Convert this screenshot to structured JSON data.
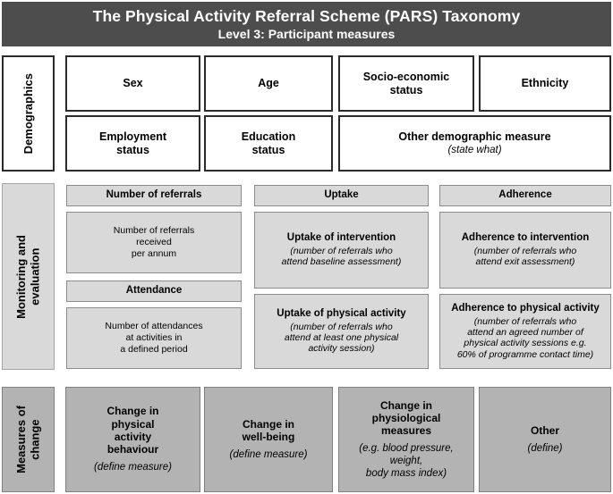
{
  "banner": {
    "title": "The Physical Activity Referral Scheme (PARS) Taxonomy",
    "subtitle": "Level 3: Participant measures"
  },
  "rows": {
    "demographics": {
      "label": "Demographics",
      "cells": {
        "sex": "Sex",
        "age": "Age",
        "socio_economic": "Socio-economic\nstatus",
        "ethnicity": "Ethnicity",
        "employment": "Employment\nstatus",
        "education": "Education\nstatus",
        "other_title": "Other demographic measure",
        "other_sub": "(state what)"
      }
    },
    "monitoring": {
      "label": "Monitoring and\nevaluation",
      "col1": {
        "header1": "Number of referrals",
        "body1": "Number of referrals\nreceived\nper annum",
        "header2": "Attendance",
        "body2": "Number of attendances\nat activities in\na defined period"
      },
      "col2": {
        "header": "Uptake",
        "item1_title": "Uptake of intervention",
        "item1_sub": "(number of referrals who\nattend baseline assessment)",
        "item2_title": "Uptake of physical activity",
        "item2_sub": "(number of referrals who\nattend at least one physical\nactivity session)"
      },
      "col3": {
        "header": "Adherence",
        "item1_title": "Adherence to intervention",
        "item1_sub": "(number of referrals who\nattend exit assessment)",
        "item2_title": "Adherence to physical activity",
        "item2_sub": "(number of referrals who\nattend an agreed number of\nphysical activity sessions e.g.\n60% of programme contact time)"
      }
    },
    "measures": {
      "label": "Measures of\nchange",
      "cells": [
        {
          "title": "Change in\nphysical\nactivity\nbehaviour",
          "sub": "(define measure)"
        },
        {
          "title": "Change in\nwell-being",
          "sub": "(define measure)"
        },
        {
          "title": "Change in\nphysiological\nmeasures",
          "sub": "(e.g. blood pressure,\nweight,\nbody mass index)"
        },
        {
          "title": "Other",
          "sub": "(define)"
        }
      ]
    }
  },
  "colors": {
    "banner_bg": "#4d4d4d",
    "banner_text": "#ffffff",
    "demographics_bg": "#ffffff",
    "demographics_border": "#2b2b2b",
    "monitoring_bg": "#d9d9d9",
    "monitoring_border": "#8c8c8c",
    "measures_bg": "#b3b3b3",
    "measures_border": "#808080"
  }
}
